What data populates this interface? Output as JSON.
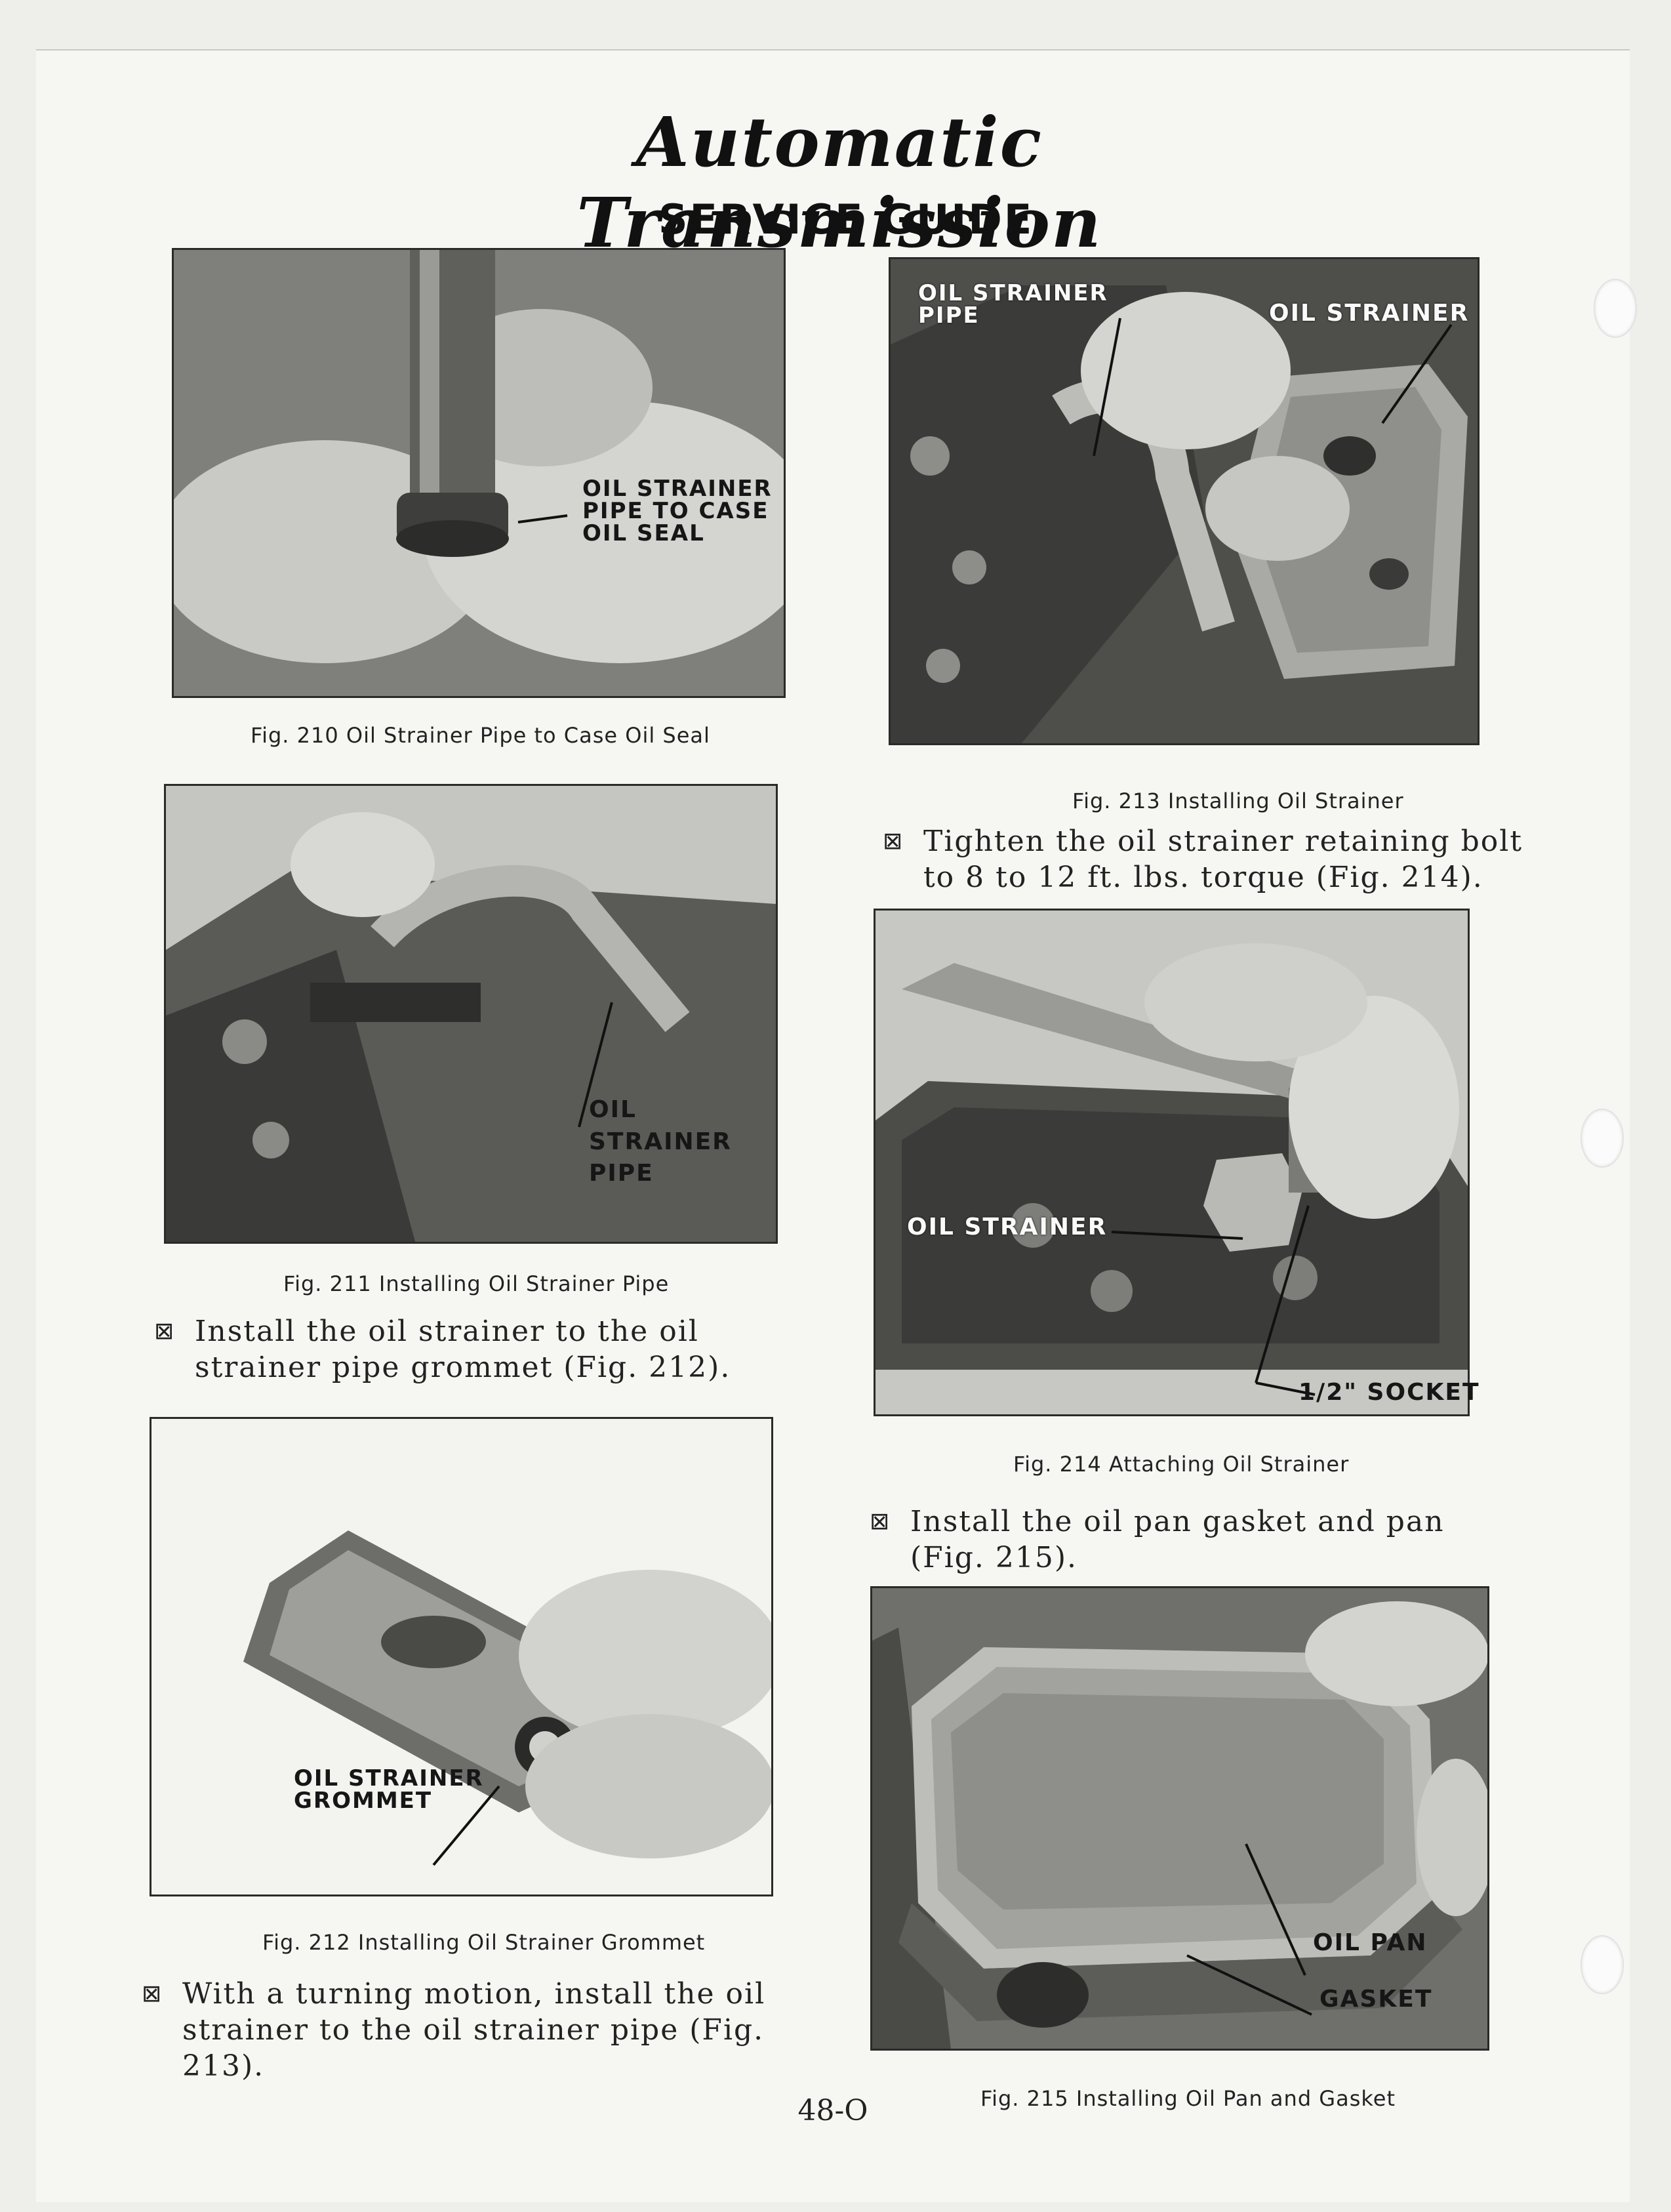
{
  "header": {
    "title": "Automatic Transmission",
    "subtitle": "SERVICE GUIDE"
  },
  "figures": {
    "fig210": {
      "callout": "OIL STRAINER\nPIPE TO CASE\nOIL SEAL",
      "caption": "Fig. 210 Oil Strainer Pipe to Case Oil Seal"
    },
    "fig211": {
      "callout": "OIL\nSTRAINER\nPIPE",
      "caption": "Fig. 211  Installing Oil Strainer Pipe"
    },
    "fig212": {
      "callout": "OIL STRAINER\nGROMMET",
      "caption": "Fig. 212  Installing Oil Strainer Grommet"
    },
    "fig213": {
      "callout_pipe": "OIL STRAINER\nPIPE",
      "callout_strainer": "OIL STRAINER",
      "caption": "Fig. 213 Installing Oil Strainer"
    },
    "fig214": {
      "callout_strainer": "OIL STRAINER",
      "callout_socket": "1/2\" SOCKET",
      "caption": "Fig. 214  Attaching Oil Strainer"
    },
    "fig215": {
      "callout_pan": "OIL PAN",
      "callout_gasket": "GASKET",
      "caption": "Fig. 215 Installing Oil Pan and Gasket"
    }
  },
  "steps": {
    "bullet": "⊠",
    "step1": "Install the oil strainer to the oil strainer pipe grommet (Fig. 212).",
    "step2": "With a turning motion, install the oil strainer to the oil strainer pipe (Fig. 213).",
    "step3": "Tighten the oil strainer retaining bolt to 8 to 12 ft. lbs. torque (Fig. 214).",
    "step4": "Install the oil pan gasket and pan (Fig. 215)."
  },
  "page_number": "48-O"
}
